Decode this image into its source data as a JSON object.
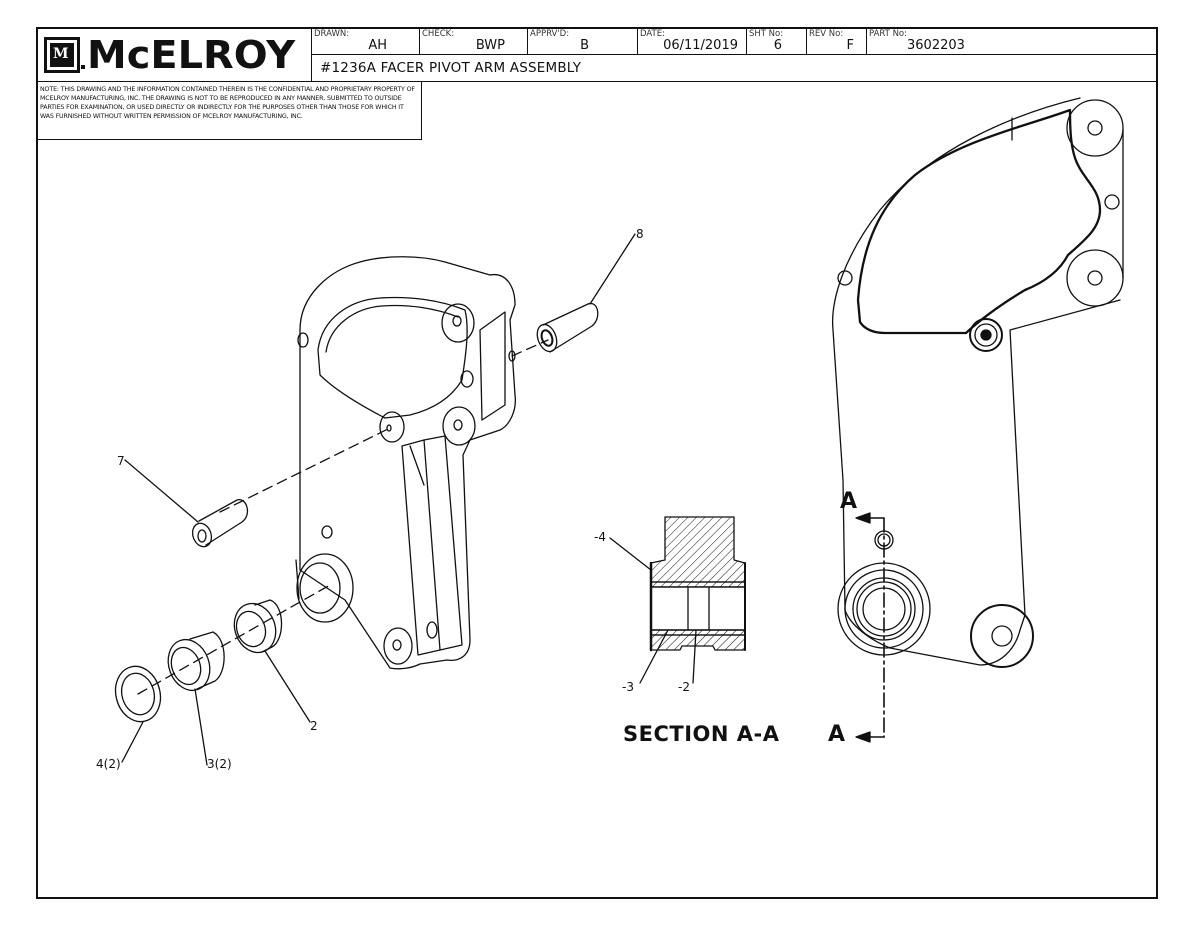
{
  "title_block": {
    "company_logo": "McELROY",
    "logo_monogram": "M",
    "drawn": {
      "label": "DRAWN:",
      "value": "AH"
    },
    "check": {
      "label": "CHECK:",
      "value": "BWP"
    },
    "approved": {
      "label": "APPRV'D:",
      "value": "B"
    },
    "date": {
      "label": "DATE:",
      "value": "06/11/2019"
    },
    "sheet": {
      "label": "SHT No:",
      "value": "6"
    },
    "revision": {
      "label": "REV No:",
      "value": "F"
    },
    "part": {
      "label": "PART No:",
      "value": "3602203"
    },
    "title": "#1236A FACER PIVOT ARM ASSEMBLY",
    "note": "NOTE: THIS DRAWING AND THE INFORMATION CONTAINED THEREIN IS THE CONFIDENTIAL AND PROPRIETARY PROPERTY OF McElroy Manufacturing, Inc. THE DRAWING IS NOT TO BE REPRODUCED IN ANY MANNER, SUBMITTED TO OUTSIDE PARTIES FOR EXAMINATION, OR USED DIRECTLY OR INDIRECTLY FOR THE PURPOSES OTHER THAN THOSE FOR WHICH IT WAS FURNISHED WITHOUT WRITTEN PERMISSION OF McElroy Manufacturing, Inc."
  },
  "balloons": {
    "b8": "8",
    "b7": "7",
    "b2": "2",
    "b3": "3(2)",
    "b4": "4(2)"
  },
  "section": {
    "title": "SECTION A-A",
    "callouts": {
      "c4": "-4",
      "c3": "-3",
      "c2": "-2"
    },
    "cut_label_top": "A",
    "cut_label_bottom": "A"
  },
  "colors": {
    "ink": "#111111",
    "paper": "#ffffff"
  }
}
